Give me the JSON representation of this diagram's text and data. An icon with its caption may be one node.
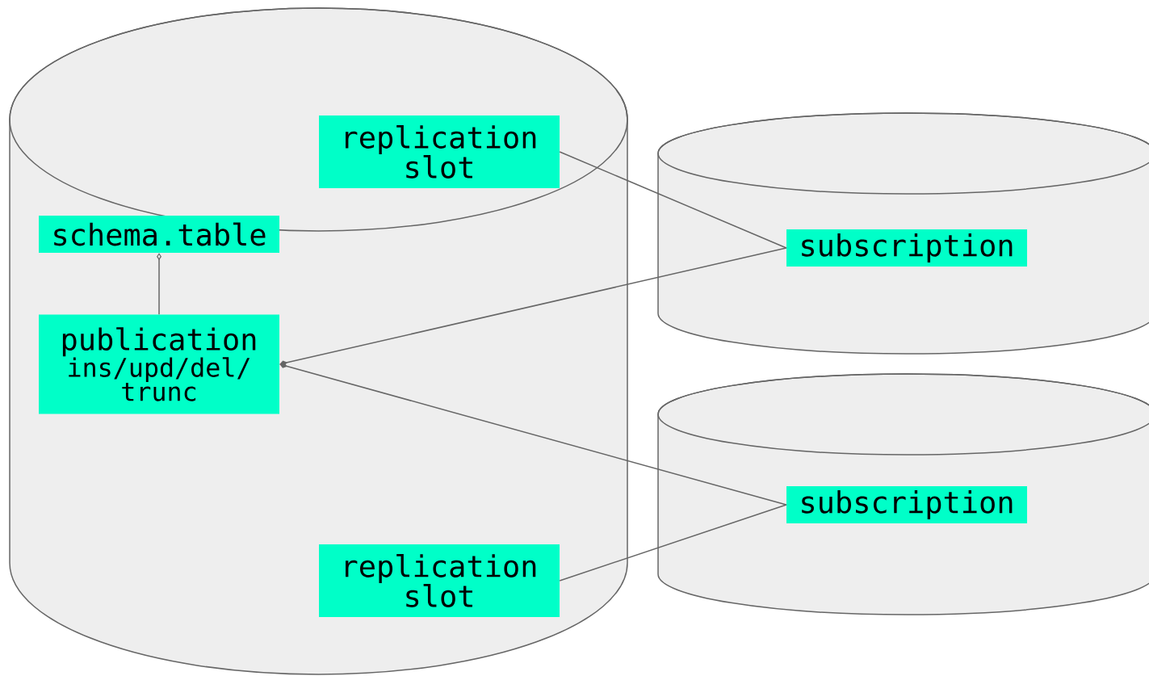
{
  "diagram": {
    "nodes": [
      {
        "text": [],
        "shape": "cylinder"
      },
      {
        "text": [
          "replication slot"
        ],
        "in": 0
      },
      {
        "text": [
          "schema.table"
        ],
        "in": 0
      },
      {
        "text": [
          "publication",
          "ins/upd/del/ trunc"
        ],
        "in": 0
      },
      {
        "text": [
          "replication slot"
        ],
        "in": 0
      },
      {
        "text": [],
        "shape": "cylinder"
      },
      {
        "text": [
          "subscription"
        ],
        "in": 5
      },
      {
        "text": [],
        "shape": "cylinder"
      },
      {
        "text": [
          "subscription"
        ],
        "in": 7
      }
    ],
    "edges": [
      {
        "from": 3,
        "to": 2,
        "arrow": "other"
      },
      {
        "from": 6,
        "to": 3,
        "arrow": "other"
      },
      {
        "from": 8,
        "to": 3,
        "arrow": "other"
      },
      {
        "from": 1,
        "to": 6,
        "arrow": "none"
      },
      {
        "from": 4,
        "to": 8,
        "arrow": "none"
      }
    ]
  }
}
